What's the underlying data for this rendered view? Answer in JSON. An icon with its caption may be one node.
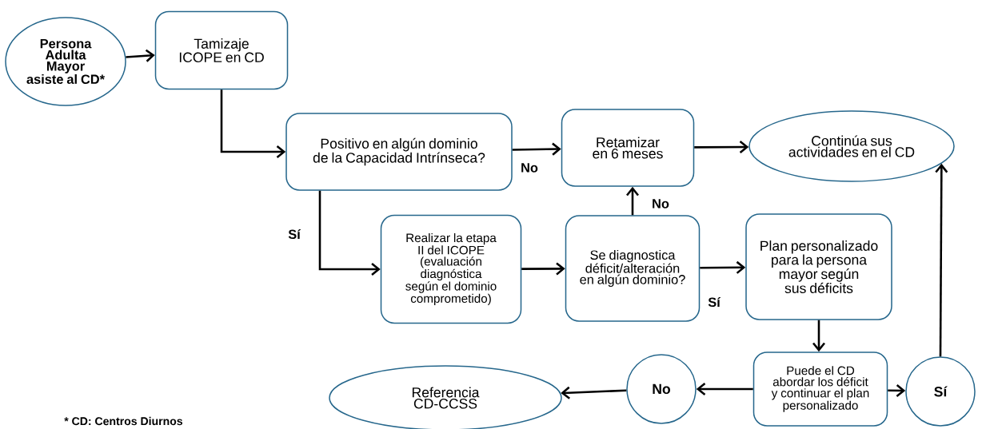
{
  "diagram": {
    "nodes": [
      {
        "text": [
          "Persona Adulta Mayor asiste al CD*"
        ]
      },
      {
        "text": [
          "Tamizaje ICOPE en CD"
        ]
      },
      {
        "text": [
          "Positivo en algún dominio de la Capacidad Intrínseca?"
        ]
      },
      {
        "text": [
          "Retamizar en 6 meses"
        ]
      },
      {
        "text": [
          "Continúa sus actividades en el CD"
        ]
      },
      {
        "text": [
          "Realizar la etapa II del ICOPE (evaluación diagnóstica según el dominio comprometido)"
        ]
      },
      {
        "text": [
          "Se diagnostica déficit/alteración en algún dominio?"
        ]
      },
      {
        "text": [
          "Plan personalizado para la persona mayor según sus déficits"
        ]
      },
      {
        "text": [
          "Puede el CD abordar los déficit y continuar el plan personalizado"
        ]
      },
      {
        "text": [
          "No"
        ]
      },
      {
        "text": [
          "Sí"
        ]
      },
      {
        "text": [
          "Referencia CD-CCSS"
        ]
      }
    ],
    "edges": [
      {
        "from": 0,
        "to": 1,
        "arrow": "to"
      },
      {
        "from": 1,
        "to": 2,
        "arrow": "to"
      },
      {
        "from": 2,
        "to": 3,
        "arrow": "to",
        "label": "No"
      },
      {
        "from": 3,
        "to": 4,
        "arrow": "to"
      },
      {
        "from": 2,
        "to": 5,
        "arrow": "to",
        "label": "Sí"
      },
      {
        "from": 5,
        "to": 6,
        "arrow": "to"
      },
      {
        "from": 6,
        "to": 3,
        "arrow": "to",
        "label": "No"
      },
      {
        "from": 6,
        "to": 7,
        "arrow": "to",
        "label": "Sí"
      },
      {
        "from": 7,
        "to": 8,
        "arrow": "to"
      },
      {
        "from": 8,
        "to": 9,
        "arrow": "to"
      },
      {
        "from": 9,
        "to": 11,
        "arrow": "to"
      },
      {
        "from": 8,
        "to": 10,
        "arrow": "to"
      },
      {
        "from": 10,
        "to": 4,
        "arrow": "to"
      }
    ],
    "labels": [
      "* CD: Centros Diurnos"
    ]
  }
}
